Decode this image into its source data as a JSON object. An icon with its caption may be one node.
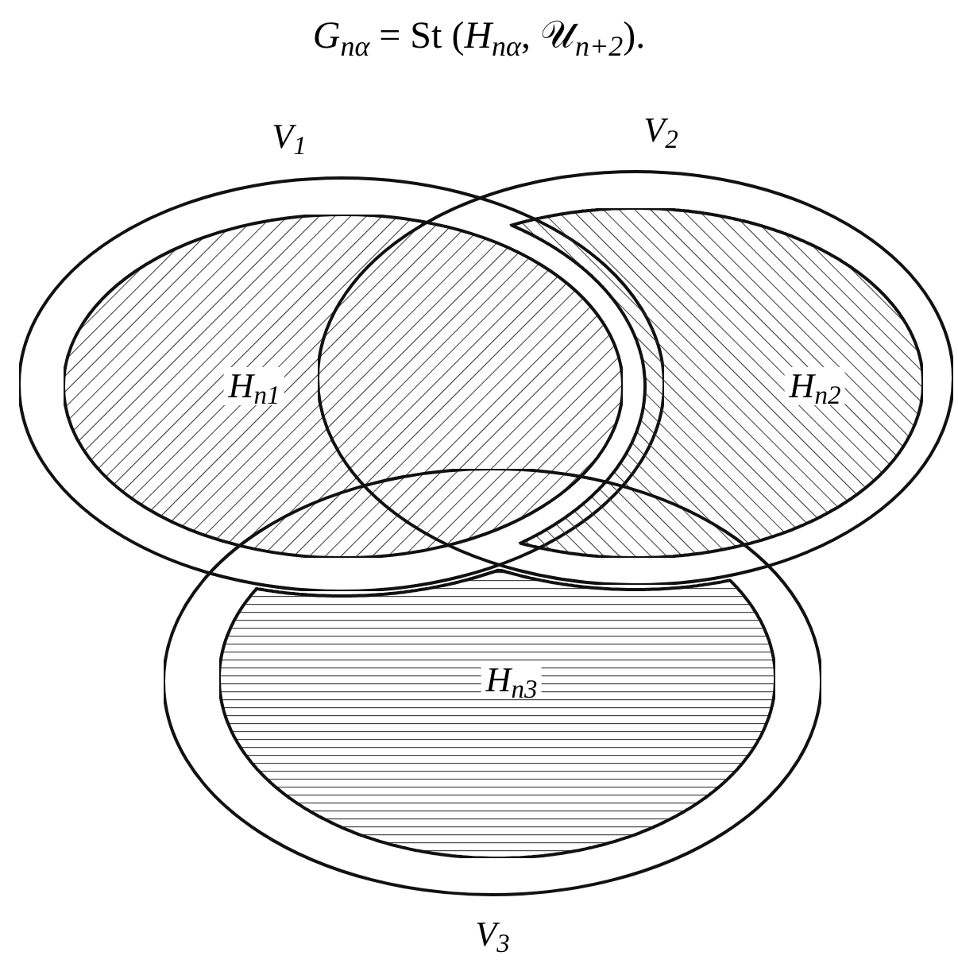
{
  "diagram": {
    "title": "*G*$_{nα}$ = St (*H*$_{nα}$, 𝒰$_{n+2}$).",
    "nodes": [
      {
        "text": [
          "V$_{1}$"
        ]
      },
      {
        "text": [
          "V$_{2}$"
        ]
      },
      {
        "text": [
          "V$_{3}$"
        ]
      },
      {
        "text": [
          "H$_{n1}$"
        ],
        "in": 0
      },
      {
        "text": [
          "H$_{n2}$"
        ],
        "in": 1
      },
      {
        "text": [
          "H$_{n3}$"
        ],
        "in": 2
      }
    ]
  }
}
